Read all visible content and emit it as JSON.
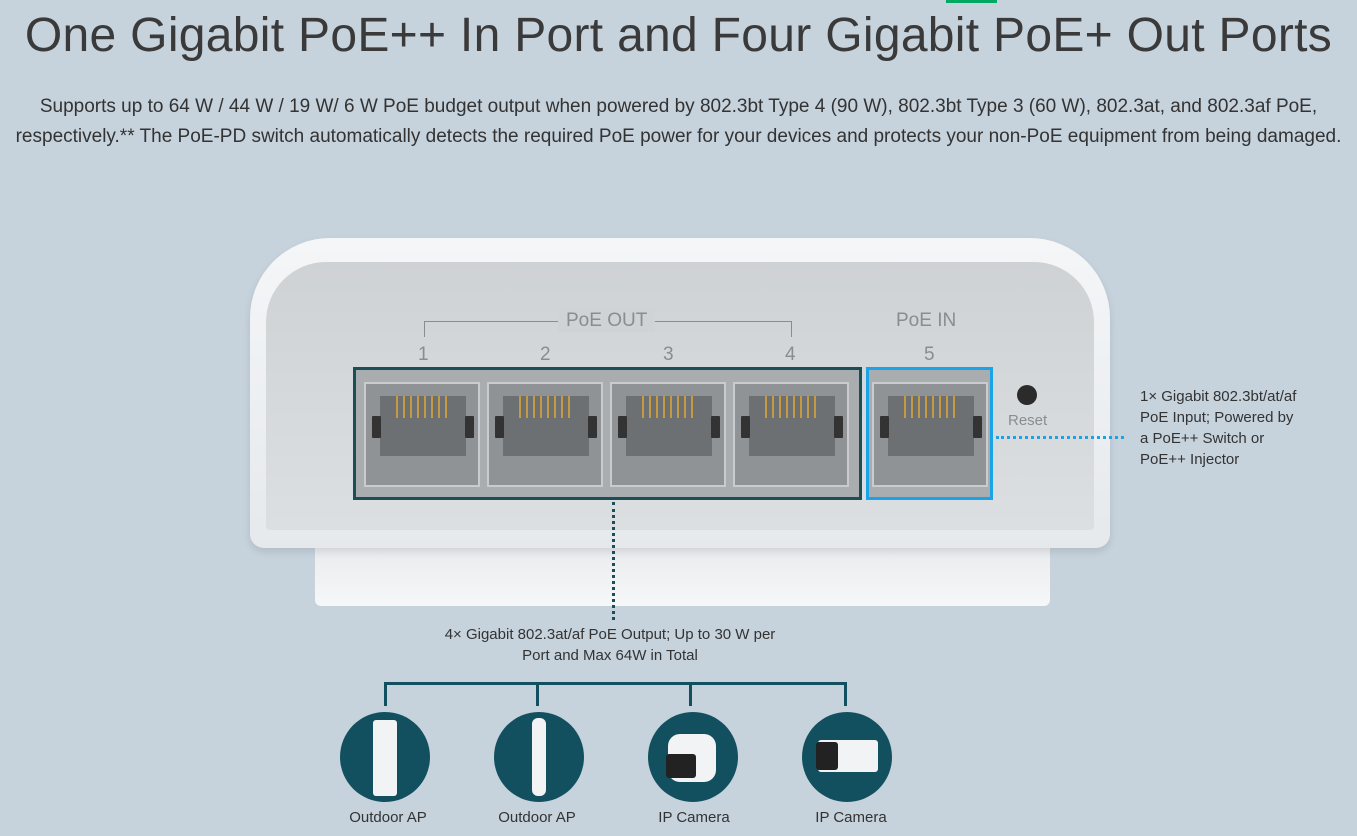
{
  "title": "One Gigabit PoE++ In Port and Four Gigabit PoE+ Out Ports",
  "description": "Supports up to 64 W / 44 W / 19 W/ 6 W PoE budget output when powered by 802.3bt Type 4 (90 W), 802.3bt Type 3 (60 W), 802.3at, and 802.3af PoE, respectively.** The PoE-PD switch automatically detects the required PoE power for your devices and protects your non-PoE equipment from being damaged.",
  "device": {
    "poe_out_label": "PoE OUT",
    "poe_in_label": "PoE IN",
    "ports": [
      "1",
      "2",
      "3",
      "4",
      "5"
    ],
    "reset_label": "Reset"
  },
  "callouts": {
    "input": "1× Gigabit 802.3bt/at/af PoE Input; Powered by a PoE++ Switch or PoE++ Injector",
    "output": "4× Gigabit 802.3at/af PoE Output; Up to 30 W per Port and Max 64W in Total"
  },
  "devices": [
    {
      "label": "Outdoor AP"
    },
    {
      "label": "Outdoor AP"
    },
    {
      "label": "IP Camera"
    },
    {
      "label": "IP Camera"
    }
  ],
  "colors": {
    "background": "#c6d2dc",
    "teal": "#13505f",
    "poe_in": "#1ba3e8",
    "accent": "#00a862"
  }
}
